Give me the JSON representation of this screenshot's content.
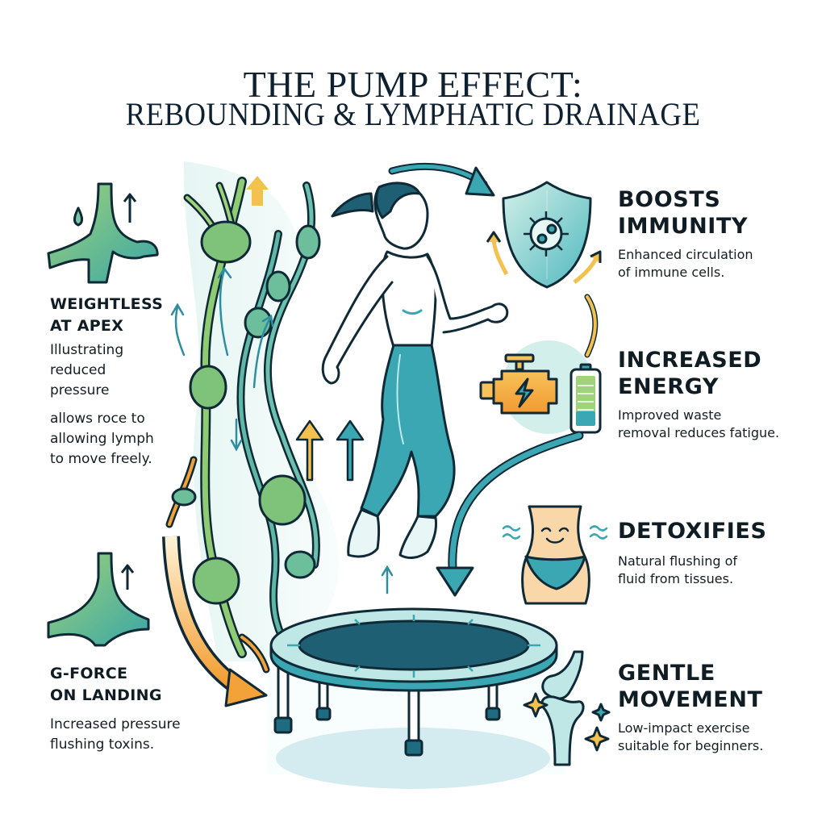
{
  "header": {
    "title_line1": "THE PUMP EFFECT:",
    "title_line2": "REBOUNDING & LYMPHATIC DRAINAGE"
  },
  "left_panels": [
    {
      "icon": "lymph-vessel-drop-icon",
      "heading_line1": "WEIGHTLESS",
      "heading_line2": "AT APEX",
      "body_lines": [
        "Illustrating",
        "reduced",
        "pressure",
        "allows roce to",
        "allowing lymph",
        "to move freely."
      ]
    },
    {
      "icon": "lymph-vessel-junction-icon",
      "heading_line1": "G-FORCE",
      "heading_line2": "ON LANDING",
      "body_lines": [
        "Increased pressure",
        "flushing toxins."
      ]
    }
  ],
  "right_panels": [
    {
      "icon": "shield-virus-icon",
      "heading_line1": "BOOSTS",
      "heading_line2": "IMMUNITY",
      "body_lines": [
        "Enhanced circulation",
        "of immune cells."
      ]
    },
    {
      "icon": "engine-battery-icon",
      "heading_line1": "INCREASED",
      "heading_line2": "ENERGY",
      "body_lines": [
        "Improved waste",
        "removal reduces fatigue."
      ]
    },
    {
      "icon": "smiling-torso-icon",
      "heading_line1": "DETOXIFIES",
      "heading_line2": "",
      "body_lines": [
        "Natural flushing of",
        "fluid from tissues."
      ]
    },
    {
      "icon": "knee-joint-icon",
      "heading_line1": "GENTLE",
      "heading_line2": "MOVEMENT",
      "body_lines": [
        "Low-impact exercise",
        "suitable for beginners."
      ]
    }
  ],
  "illustration": {
    "figure": "woman-jumping",
    "equipment": "mini-trampoline",
    "vessels": "lymphatic-network"
  },
  "colors": {
    "teal": "#3aa7b3",
    "dark_teal": "#1f6b80",
    "navy_outline": "#0f2a36",
    "green": "#8cc66e",
    "orange": "#f3a23a",
    "yellow": "#f2c14e",
    "light_aqua": "#cfeeee",
    "skin": "#f9d7a8"
  }
}
